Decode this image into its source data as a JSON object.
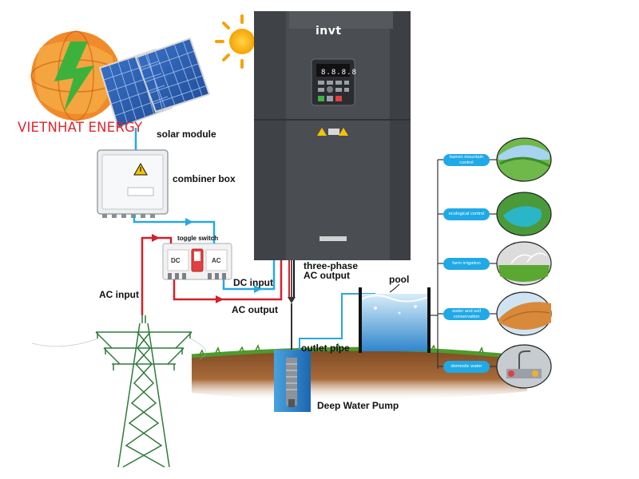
{
  "brand": {
    "name": "VIETNHAT ENERGY",
    "color": "#e0262c"
  },
  "inverter": {
    "logo": "invt",
    "display": "8.8.8.8"
  },
  "labels": {
    "solar_module": "solar module",
    "combiner_box": "combiner box",
    "toggle_switch": "toggle switch",
    "dc_tag": "DC",
    "ac_tag": "AC",
    "dc_input": "DC input",
    "ac_output": "AC output",
    "ac_input": "AC input",
    "three_phase_line1": "three-phase",
    "three_phase_line2": "AC output",
    "pool": "pool",
    "outlet_pipe": "outlet pipe",
    "deep_water_pump": "Deep Water Pump"
  },
  "applications": [
    {
      "label": "barren mountain control",
      "icon": "mountain-greenery-icon"
    },
    {
      "label": "ecological control",
      "icon": "lake-ecology-icon"
    },
    {
      "label": "farm irrigation",
      "icon": "sprinkler-field-icon"
    },
    {
      "label": "water and soil conservation",
      "icon": "hillside-terrace-icon"
    },
    {
      "label": "domestic water",
      "icon": "kitchen-faucet-icon"
    }
  ],
  "colors": {
    "dc_line": "#29a8e0",
    "ac_line": "#d3202a",
    "app_pill": "#1fa9e6",
    "inverter_body": "#4a4d52"
  }
}
